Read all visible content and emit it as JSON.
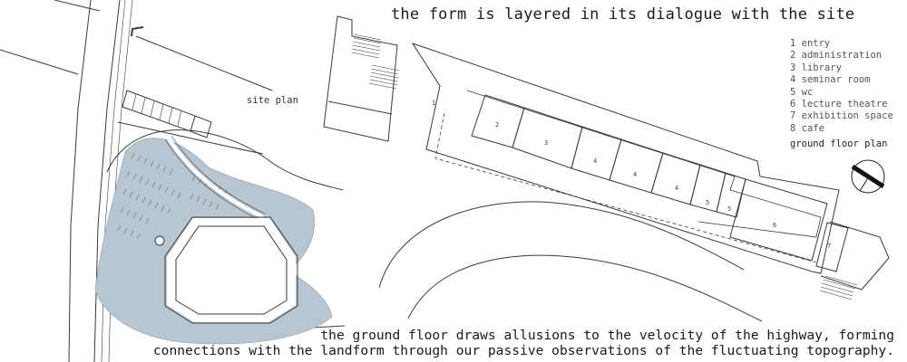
{
  "title": "the form is layered in its dialogue with the site",
  "site_plan_label": "site plan",
  "legend": {
    "items": [
      "1 entry",
      "2 administration",
      "3 library",
      "4 seminar room",
      "5 wc",
      "6 lecture theatre",
      "7 exhibition space",
      "8 cafe"
    ]
  },
  "ground_floor_label": "ground floor plan",
  "room_numbers": [
    "1",
    "2",
    "3",
    "4",
    "4",
    "4",
    "5",
    "5",
    "6",
    "7"
  ],
  "caption": {
    "line1": "the ground floor draws allusions to the velocity of the highway, forming",
    "line2": "connections with the landform through our passive observations of the fluctuating topography."
  },
  "colors": {
    "water": "#b8c6d1",
    "line": "#3a3a3a",
    "text": "#1a1a1a"
  }
}
